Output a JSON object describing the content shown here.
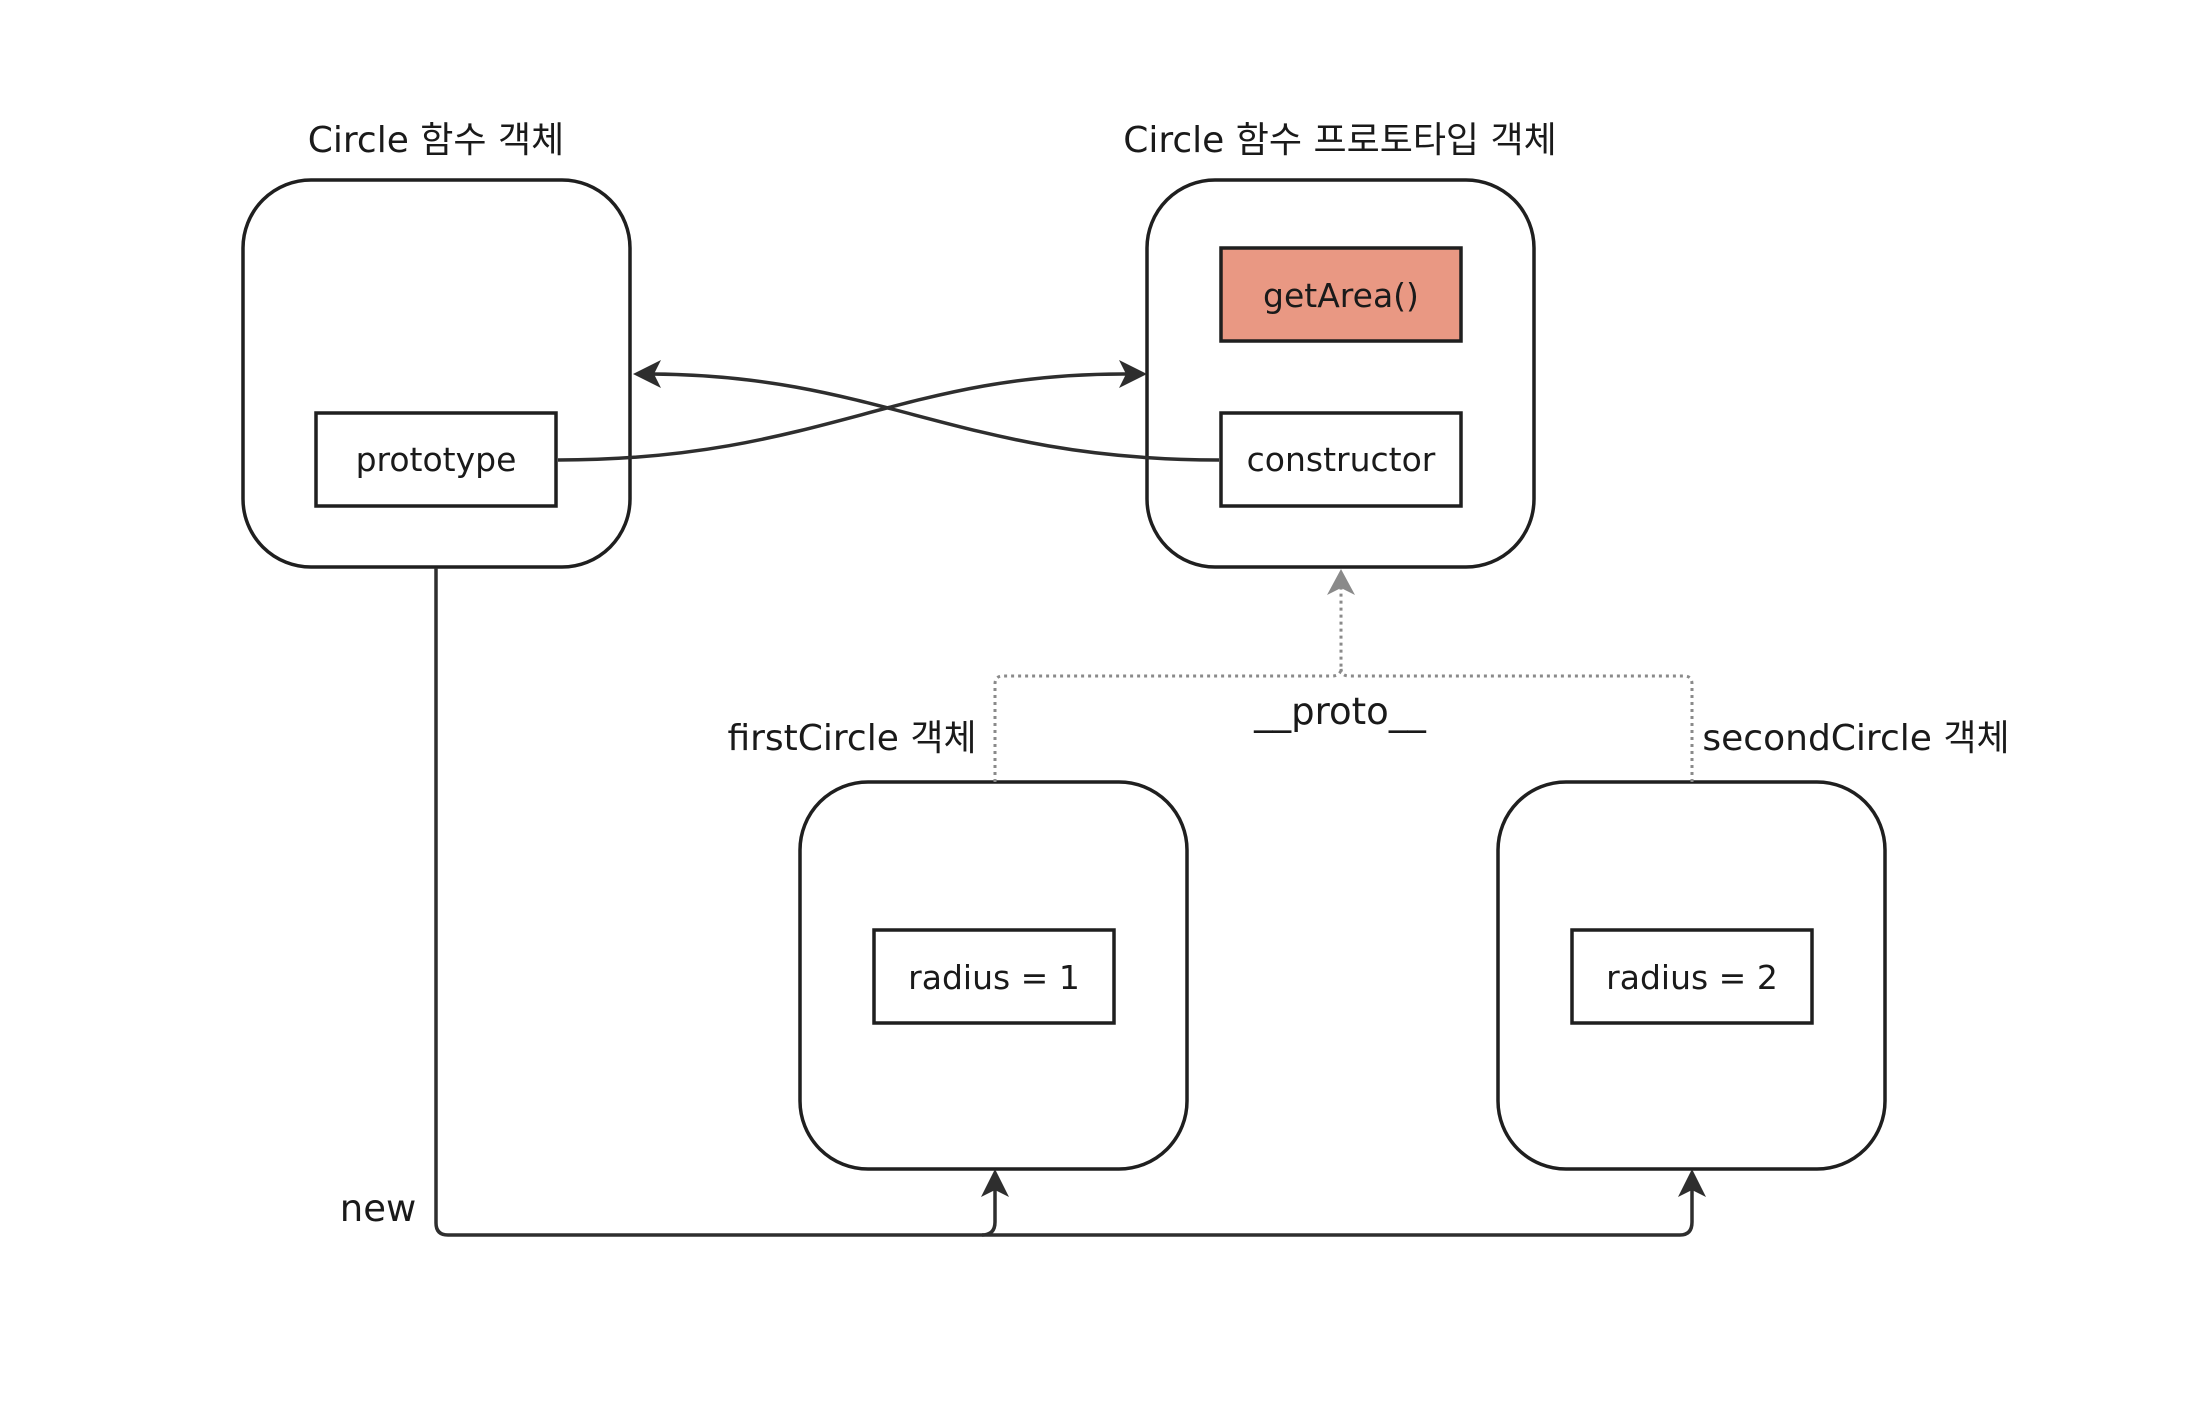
{
  "nodes": {
    "circle_function": {
      "title": "Circle 함수 객체",
      "property": "prototype"
    },
    "circle_prototype": {
      "title": "Circle 함수 프로토타입 객체",
      "method": "getArea()",
      "property": "constructor"
    },
    "first_circle": {
      "title": "firstCircle 객체",
      "property": "radius = 1"
    },
    "second_circle": {
      "title": "secondCircle 객체",
      "property": "radius = 2"
    }
  },
  "edges": {
    "proto_label": "__proto__",
    "new_label": "new"
  },
  "colors": {
    "method_fill": "#e99883",
    "stroke": "#1f1f1f",
    "proto_line": "#8a8a8a"
  }
}
